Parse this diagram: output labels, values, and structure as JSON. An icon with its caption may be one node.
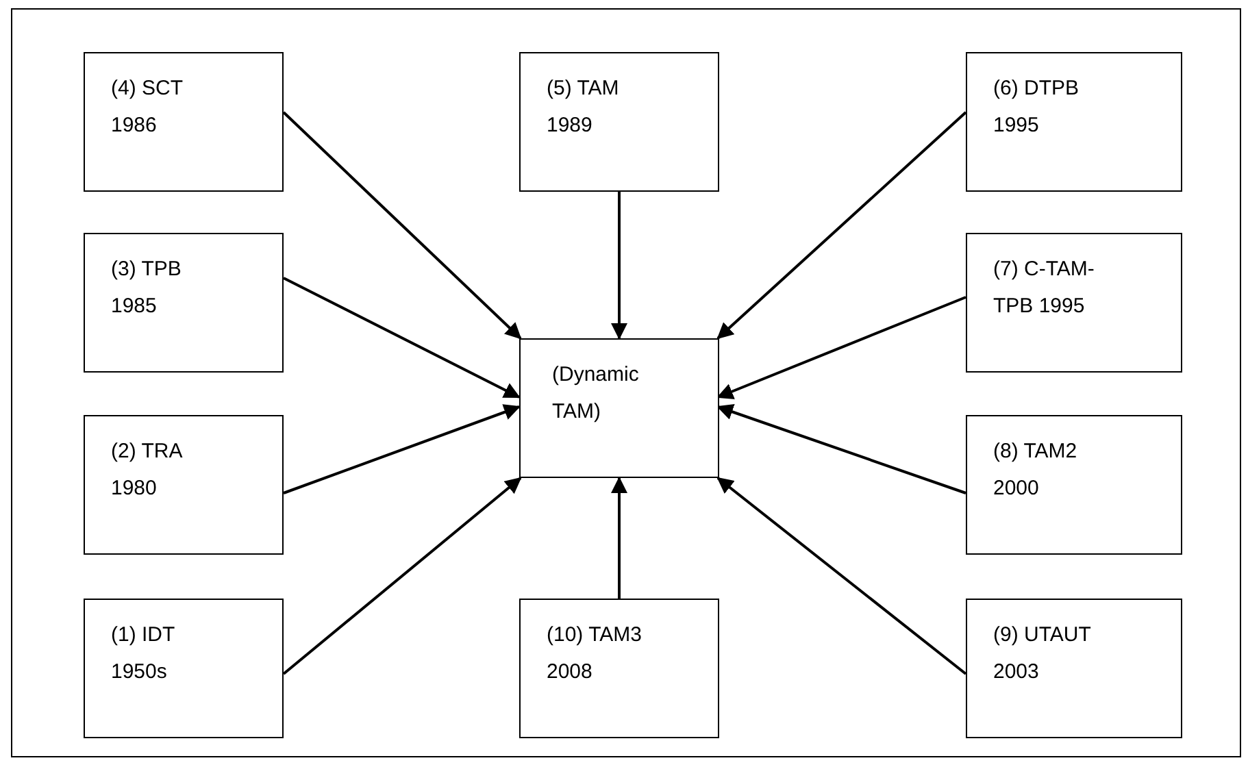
{
  "diagram": {
    "nodes": [
      {
        "text": [
          "(4) SCT 1986"
        ]
      },
      {
        "text": [
          "(5) TAM 1989"
        ]
      },
      {
        "text": [
          "(6) DTPB 1995"
        ]
      },
      {
        "text": [
          "(3) TPB 1985"
        ]
      },
      {
        "text": [
          "(7) C-TAM-TPB 1995"
        ]
      },
      {
        "text": [
          "(Dynamic TAM)"
        ]
      },
      {
        "text": [
          "(2) TRA 1980"
        ]
      },
      {
        "text": [
          "(8) TAM2 2000"
        ]
      },
      {
        "text": [
          "(1) IDT 1950s"
        ]
      },
      {
        "text": [
          "(10) TAM3 2008"
        ]
      },
      {
        "text": [
          "(9) UTAUT 2003"
        ]
      }
    ],
    "edges": [
      {
        "from": 0,
        "to": 5,
        "arrow": "to"
      },
      {
        "from": 1,
        "to": 5,
        "arrow": "to"
      },
      {
        "from": 2,
        "to": 5,
        "arrow": "to"
      },
      {
        "from": 3,
        "to": 5,
        "arrow": "to"
      },
      {
        "from": 4,
        "to": 5,
        "arrow": "to"
      },
      {
        "from": 6,
        "to": 5,
        "arrow": "to"
      },
      {
        "from": 7,
        "to": 5,
        "arrow": "to"
      },
      {
        "from": 8,
        "to": 5,
        "arrow": "to"
      },
      {
        "from": 9,
        "to": 5,
        "arrow": "to"
      },
      {
        "from": 10,
        "to": 5,
        "arrow": "to"
      }
    ]
  }
}
